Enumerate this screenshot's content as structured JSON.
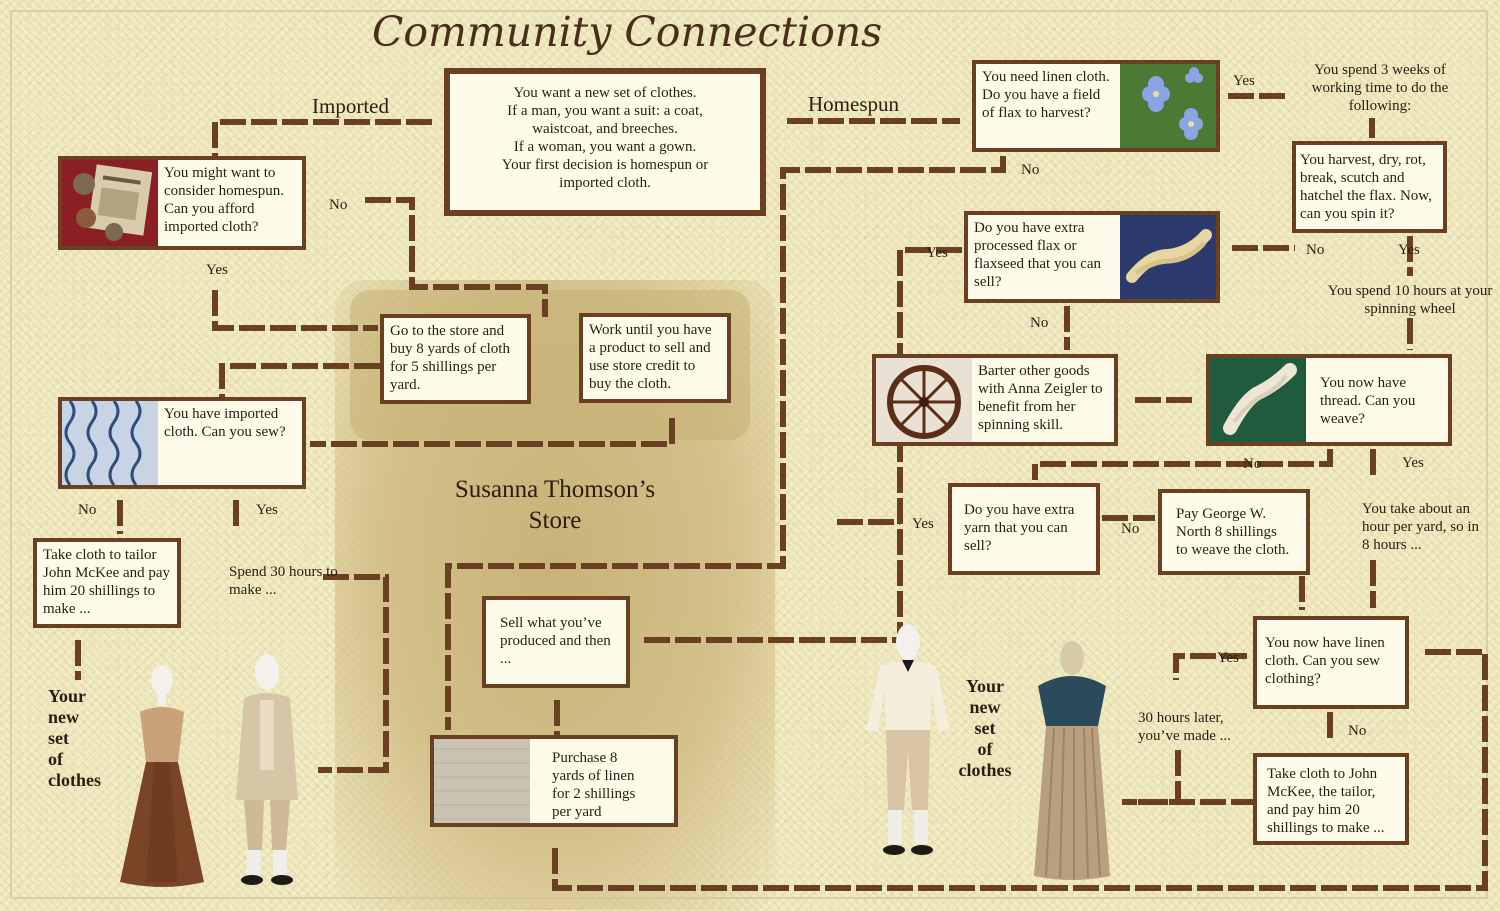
{
  "title": "Community Connections",
  "colors": {
    "background": "#f2ecc4",
    "box_border": "#6b3f22",
    "box_fill": "#fffbea",
    "line": "#6b3f22",
    "store_tint": "#c8b277"
  },
  "labels": {
    "imported": "Imported",
    "homespun": "Homespun",
    "yes": "Yes",
    "no": "No"
  },
  "start": {
    "lines": [
      "You want a new set of clothes.",
      "If a man, you want a suit: a coat,",
      "waistcoat, and breeches.",
      "If a woman, you want a gown.",
      "Your first decision is homespun or",
      "imported cloth."
    ]
  },
  "imported_path": {
    "consider": "You might want to consider homespun. Can you afford imported cloth?",
    "go_store": "Go to the store and buy 8 yards of cloth for 5 shillings per yard.",
    "work_until": "Work until you have a product to sell and use store credit to buy the cloth.",
    "have_imported": "You have imported cloth.  Can you sew?",
    "tailor": "Take cloth to tailor John McKee and pay him 20 shillings to make ...",
    "spend_30": "Spend 30 hours to make ..."
  },
  "store": {
    "name_line1": "Susanna Thomson’s",
    "name_line2": "Store",
    "sell": "Sell what you’ve produced and then ...",
    "purchase": "Purchase 8 yards of linen for 2 shillings per yard"
  },
  "homespun_path": {
    "need_linen": "You need linen cloth. Do you have a field of flax to harvest?",
    "spend_3_weeks": "You spend 3 weeks of working time to do the following:",
    "harvest": "You harvest, dry, rot, break, scutch and hatchel the flax. Now, can you spin it?",
    "extra_flax": "Do you have extra processed flax or flaxseed that you can sell?",
    "spend_10_hours": "You spend 10 hours at your spinning wheel",
    "barter": "Barter other goods with Anna Zeigler to benefit from her spinning skill.",
    "thread": "You now have thread. Can you weave?",
    "extra_yarn": "Do you have extra yarn that you can sell?",
    "pay_george": "Pay George W. North 8 shillings to weave the cloth.",
    "hour_per_yard": "You take about an hour per yard, so in 8 hours ...",
    "linen_cloth": "You now have linen cloth.  Can you sew clothing?",
    "thirty_later": "30 hours later, you’ve made ...",
    "tailor2": "Take cloth to John McKee, the tailor, and pay him 20 shillings to make ..."
  },
  "outcome": {
    "left": [
      "Your",
      "new",
      "set",
      "of",
      "clothes"
    ],
    "right": [
      "Your",
      "new",
      "set",
      "of",
      "clothes"
    ]
  },
  "icons": [
    "coins-and-document-photo",
    "blue-flax-flower-photo",
    "flax-fiber-photo",
    "spinning-wheel-photo",
    "linen-thread-skein-photo",
    "blue-printed-fabric-photo",
    "linen-cloth-photo",
    "gown-mannequin",
    "suit-mannequin",
    "shirt-breeches-mannequin",
    "linen-dress-mannequin"
  ]
}
